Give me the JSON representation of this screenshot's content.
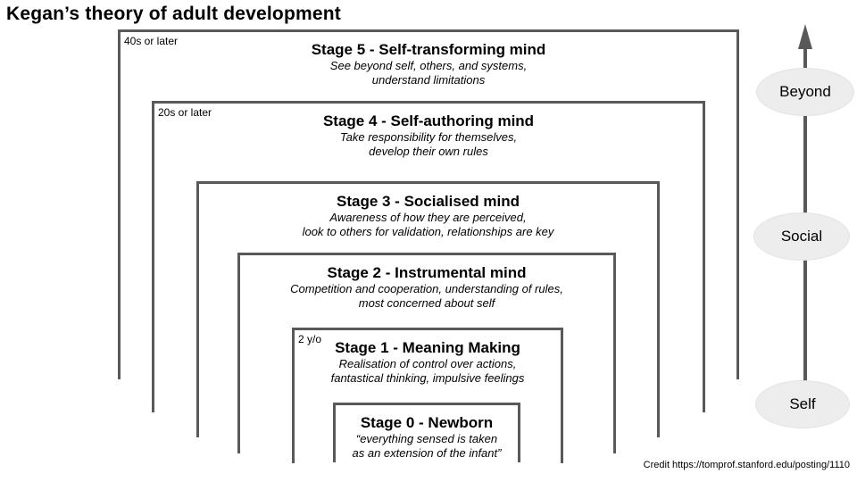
{
  "title": "Kegan’s theory of adult development",
  "credit": "Credit https://tomprof.stanford.edu/posting/1110",
  "colors": {
    "line": "#595959",
    "oval_fill": "#ededed",
    "text": "#000000"
  },
  "stages": [
    {
      "id": 5,
      "age": "40s or later",
      "heading": "Stage 5 - Self-transforming mind",
      "sub1": "See beyond self, others, and systems,",
      "sub2": "understand limitations"
    },
    {
      "id": 4,
      "age": "20s or later",
      "heading": "Stage 4 - Self-authoring mind",
      "sub1": "Take responsibility for themselves,",
      "sub2": "develop their own rules"
    },
    {
      "id": 3,
      "heading": "Stage 3 - Socialised mind",
      "sub1": "Awareness of how they are perceived,",
      "sub2": "look to others for validation, relationships are key"
    },
    {
      "id": 2,
      "heading": "Stage 2 - Instrumental mind",
      "sub1": "Competition and cooperation, understanding of rules,",
      "sub2": "most concerned about self"
    },
    {
      "id": 1,
      "age": "2 y/o",
      "heading": "Stage 1 - Meaning Making",
      "sub1": "Realisation of control over actions,",
      "sub2": "fantastical thinking, impulsive feelings"
    },
    {
      "id": 0,
      "heading": "Stage 0 - Newborn",
      "sub1": "“everything sensed is taken",
      "sub2": "as an extension of the infant”"
    }
  ],
  "axis_labels": [
    {
      "label": "Beyond"
    },
    {
      "label": "Social"
    },
    {
      "label": "Self"
    }
  ]
}
